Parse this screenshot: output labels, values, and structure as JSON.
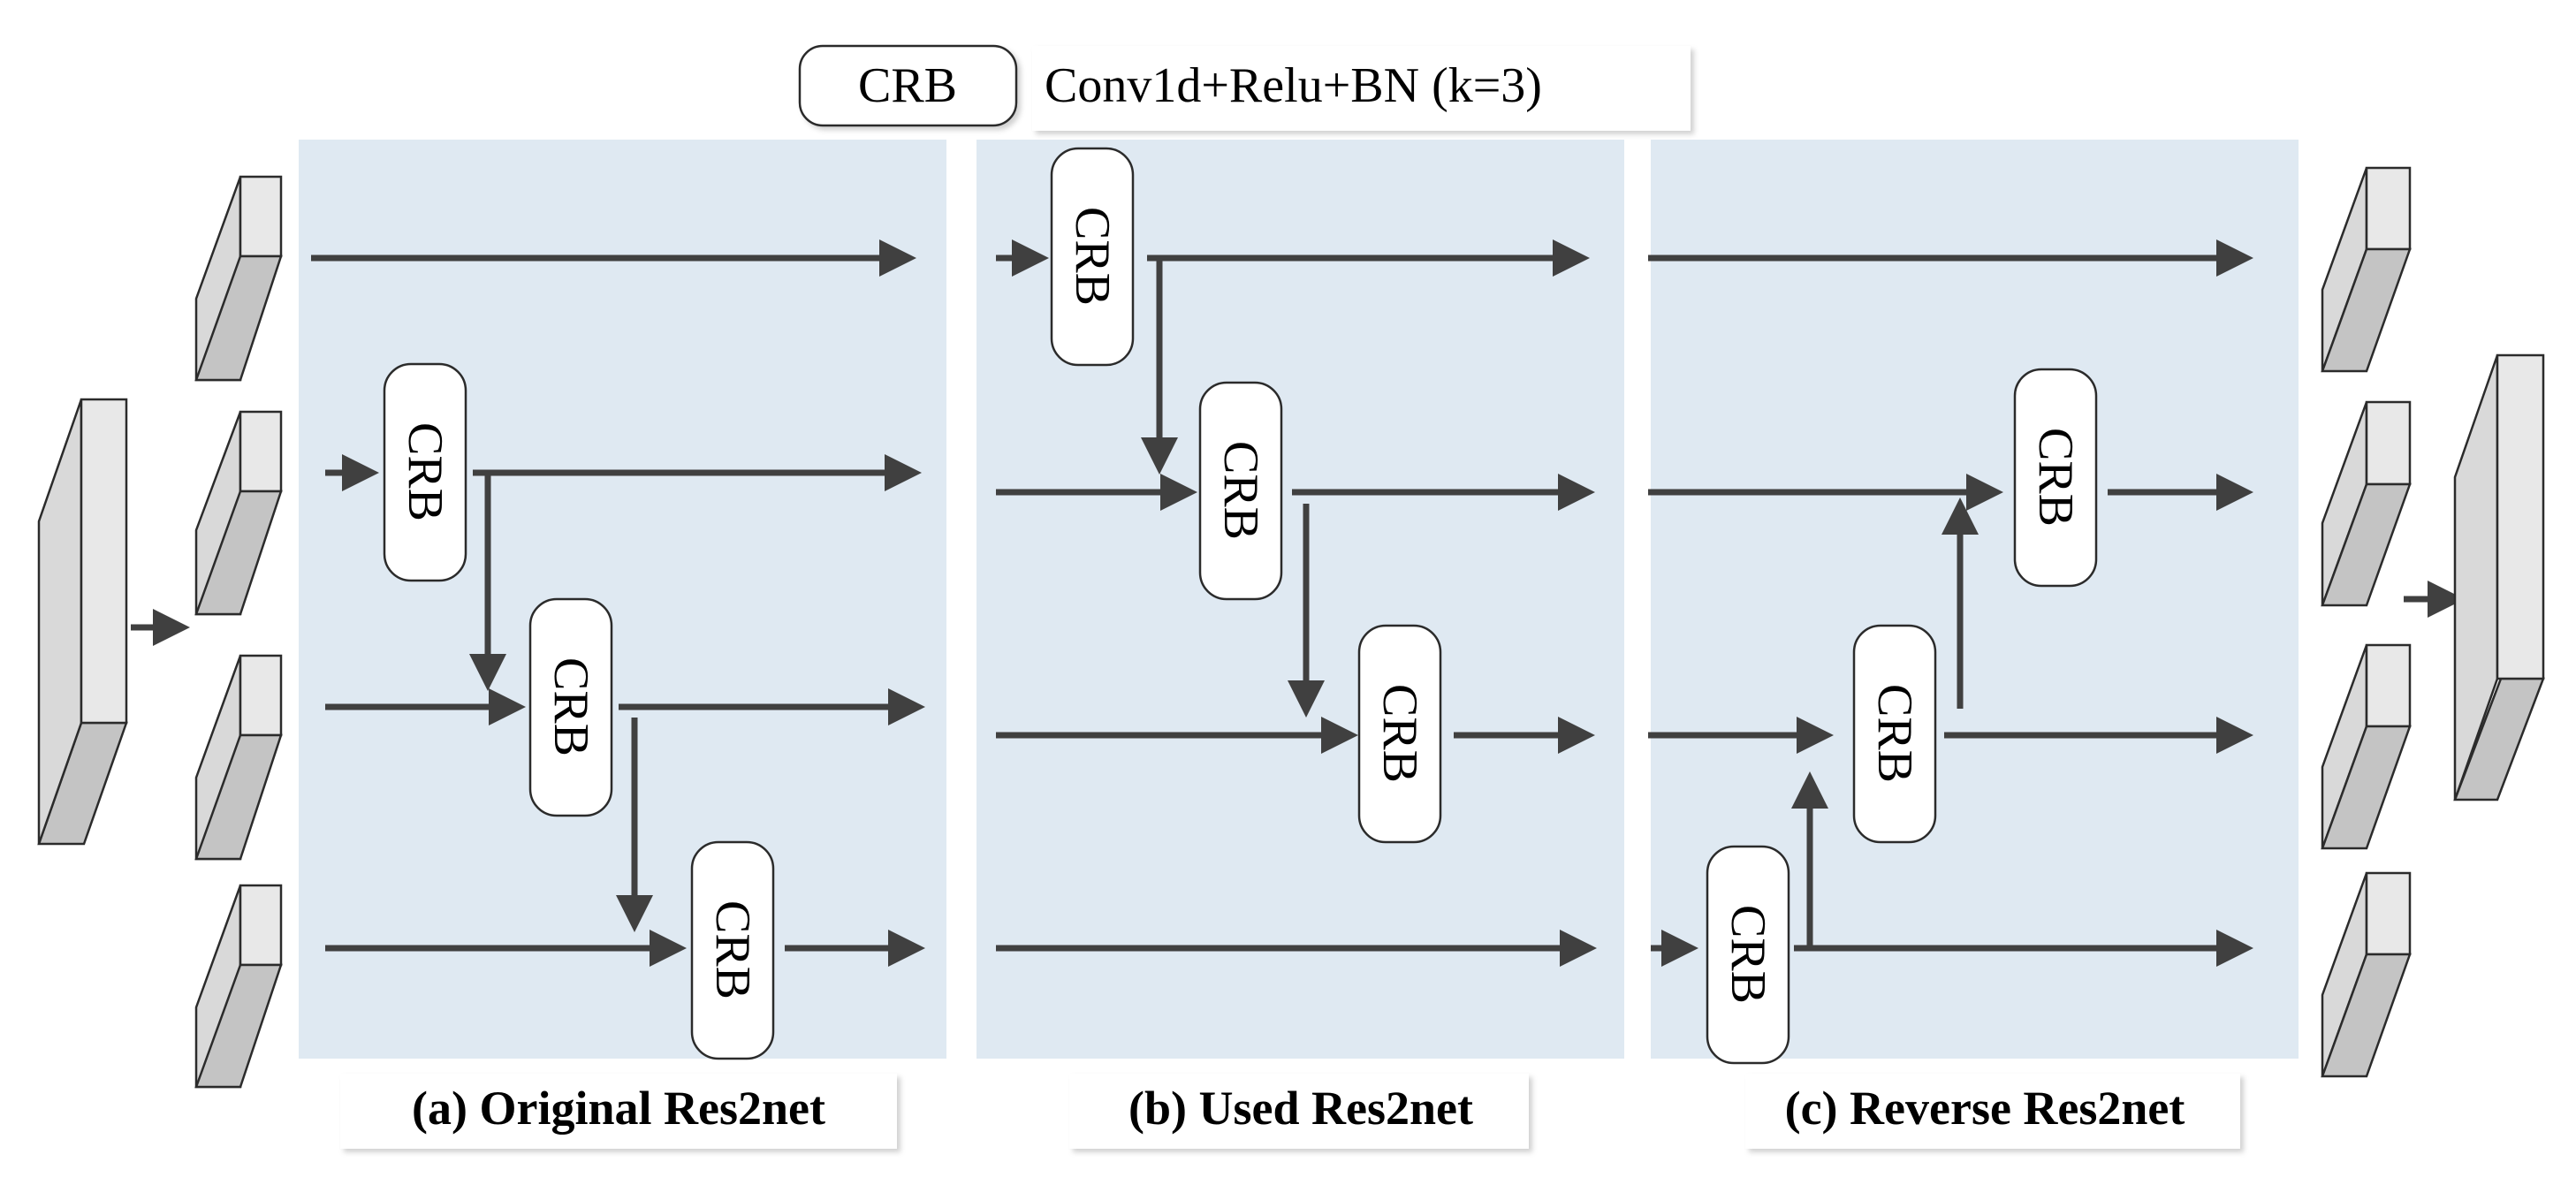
{
  "legend": {
    "block_label": "CRB",
    "description": "Conv1d+Relu+BN (k=3)"
  },
  "block_label": "CRB",
  "captions": {
    "a": "(a) Original Res2net",
    "b": "(b) Used Res2net",
    "c": "(c) Reverse Res2net"
  },
  "colors": {
    "panel_background": "#dfe9f2",
    "arrow": "#404040",
    "block_fill": "#d9d9d9"
  }
}
